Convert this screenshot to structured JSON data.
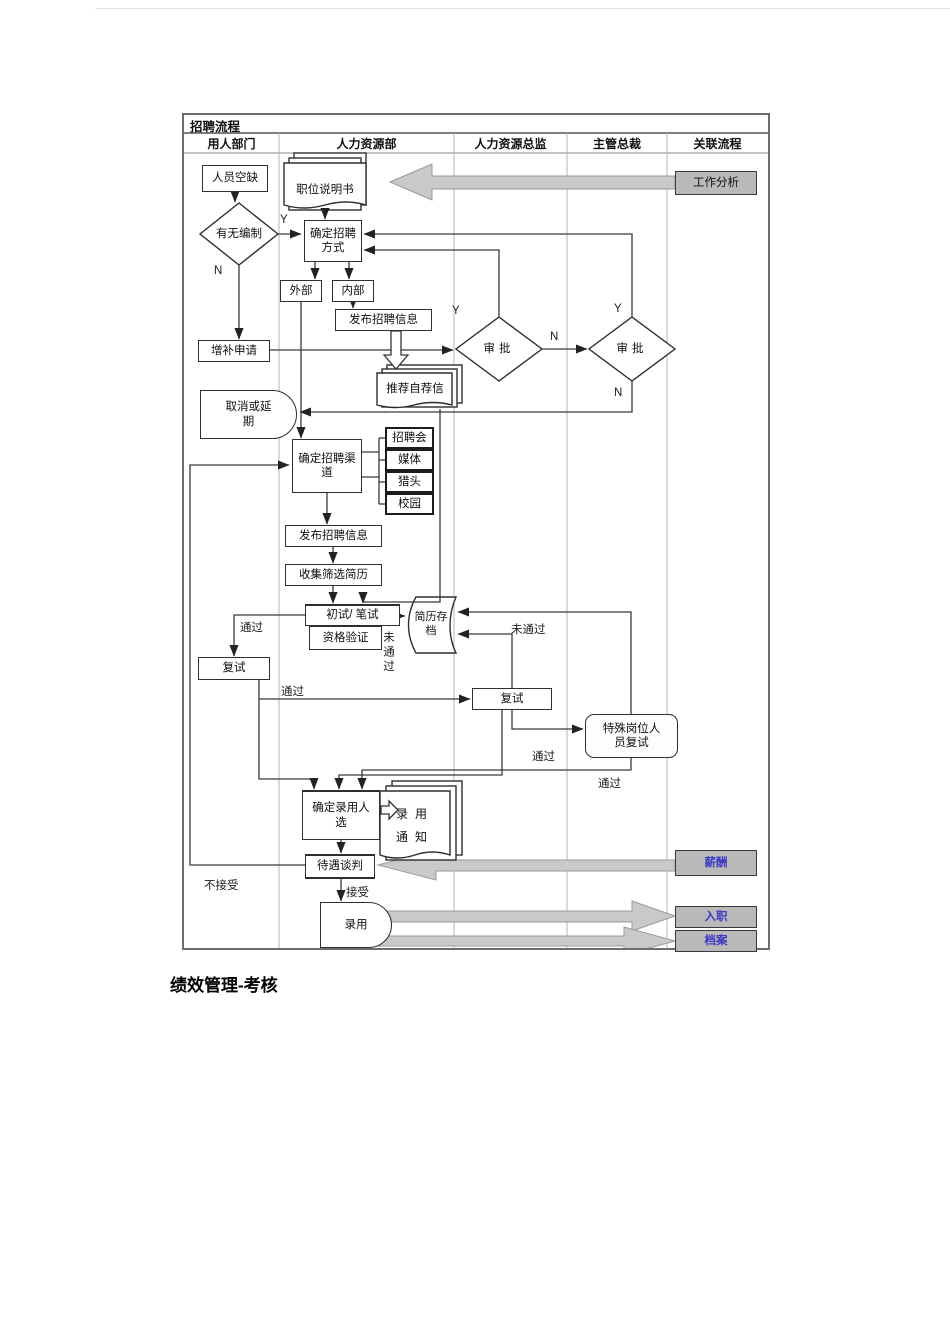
{
  "page": {
    "caption": "绩效管理-考核"
  },
  "flowchart": {
    "title": "招聘流程",
    "lanes": [
      "用人部门",
      "人力资源部",
      "人力资源总监",
      "主管总裁",
      "关联流程"
    ],
    "nodes": {
      "vacancy": "人员空缺",
      "job_desc": "职位说明书",
      "job_analysis": "工作分析",
      "has_headcount": "有无编制",
      "decide_mode": "确定招聘方式",
      "external": "外部",
      "internal": "内部",
      "publish_info": "发布招聘信息",
      "supplement": "增补申请",
      "approve": "审批",
      "letters": "推荐自荐信",
      "cancel": "取消或延期",
      "decide_channel": "确定招聘渠道",
      "channel_fair": "招聘会",
      "channel_media": "媒体",
      "channel_headhunter": "猎头",
      "channel_campus": "校园",
      "publish_info2": "发布招聘信息",
      "collect": "收集筛选简历",
      "first_test": "初试/ 笔试",
      "qualification": "资格验证",
      "archive": "简历存档",
      "retest": "复试",
      "retest2": "复试",
      "special_retest": "特殊岗位人员复试",
      "decide_hire": "确定录用人选",
      "offer_notice": "录用通知",
      "negotiation": "待遇谈判",
      "salary": "薪酬",
      "hire": "录用",
      "onboard": "入职",
      "files": "档案"
    },
    "labels": {
      "yes": "Y",
      "no": "N",
      "pass": "通过",
      "fail": "未通过",
      "accept": "接受",
      "reject": "不接受"
    },
    "colors": {
      "box_gray": "#b9b9b9",
      "link_blue": "#3b3bc4",
      "arrow_gray": "#c9c9c9"
    }
  }
}
